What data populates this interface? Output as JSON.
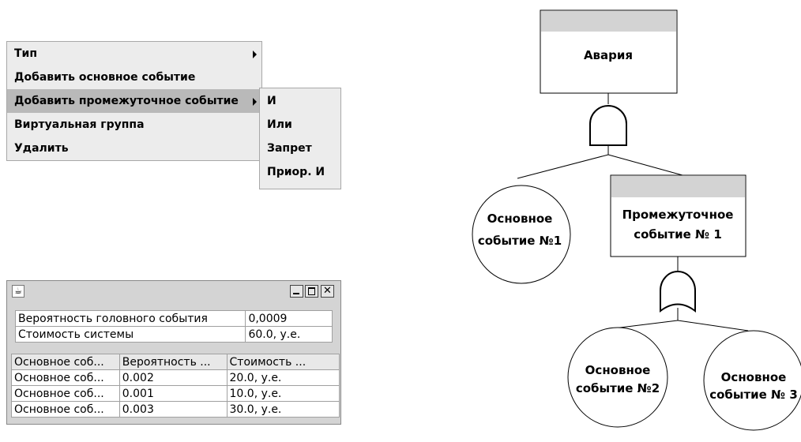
{
  "context_menu": {
    "items": [
      {
        "label": "Тип",
        "has_submenu": true
      },
      {
        "label": "Добавить основное событие",
        "has_submenu": false
      },
      {
        "label": "Добавить промежуточное событие",
        "has_submenu": true
      },
      {
        "label": "Виртуальная группа",
        "has_submenu": false
      },
      {
        "label": "Удалить",
        "has_submenu": false
      }
    ],
    "submenu": [
      "И",
      "Или",
      "Запрет",
      "Приор. И"
    ]
  },
  "dialog": {
    "icon": "java-cup-icon",
    "summary": [
      {
        "label": "Вероятность головного события",
        "value": "0,0009"
      },
      {
        "label": "Стоимость системы",
        "value": "60.0, у.е."
      }
    ],
    "columns": [
      "Основное соб...",
      "Вероятность ...",
      "Стоимость ..."
    ],
    "rows": [
      [
        "Основное соб...",
        "0.002",
        "20.0, у.е."
      ],
      [
        "Основное соб...",
        "0.001",
        "10.0, у.е."
      ],
      [
        "Основное соб...",
        "0.003",
        "30.0, у.е."
      ]
    ]
  },
  "fault_tree": {
    "top_event": "Авария",
    "gate_top": "and-gate-icon",
    "basic_event_1": [
      "Основное",
      "событие №1"
    ],
    "intermediate_event": [
      "Промежуточное",
      "событие № 1"
    ],
    "gate_mid": "or-gate-icon",
    "basic_event_2": [
      "Основное",
      "событие №2"
    ],
    "basic_event_3": [
      "Основное",
      "событие № 3"
    ]
  }
}
